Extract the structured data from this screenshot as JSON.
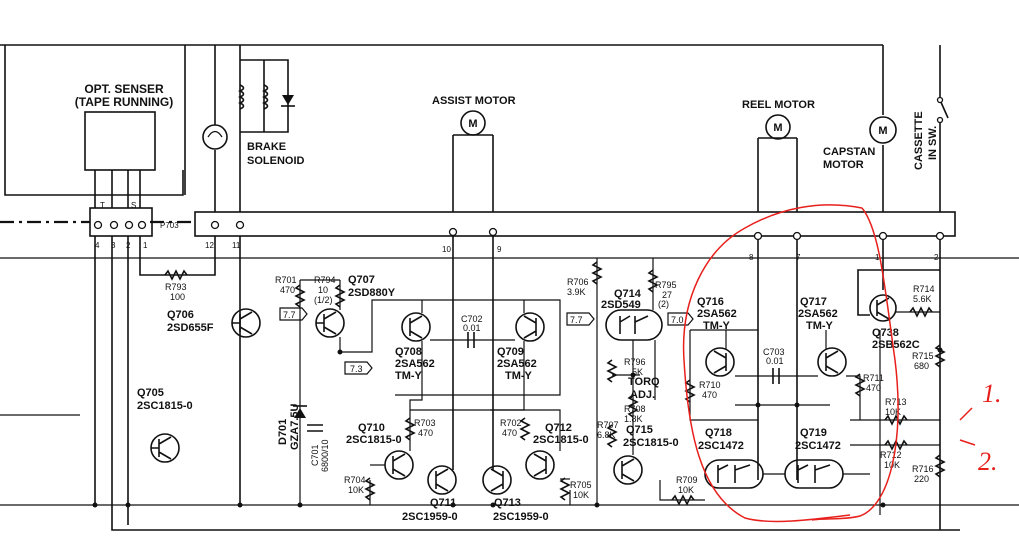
{
  "blocks": {
    "opt_senser": "OPT. SENSER",
    "opt_senser_sub": "(TAPE RUNNING)",
    "brake": "BRAKE",
    "solenoid": "SOLENOID",
    "assist_motor": "ASSIST MOTOR",
    "reel_motor": "REEL MOTOR",
    "capstan": "CAPSTAN",
    "motor": "MOTOR",
    "cassette": "CASSETTE",
    "in_sw": "IN SW.",
    "motor_symbol": "M"
  },
  "connector": {
    "name": "P703",
    "pin_labels_top": [
      "T",
      "S"
    ],
    "pins": [
      "4",
      "3",
      "2",
      "1",
      "12",
      "11",
      "10",
      "9",
      "8",
      "7",
      "1",
      "2"
    ]
  },
  "transistors": [
    {
      "ref": "Q706",
      "part": "2SD655F"
    },
    {
      "ref": "Q705",
      "part": "2SC1815-0"
    },
    {
      "ref": "Q707",
      "part": "2SD880Y"
    },
    {
      "ref": "Q708",
      "part": "2SA562",
      "rank": "TM-Y"
    },
    {
      "ref": "Q709",
      "part": "2SA562",
      "rank": "TM-Y"
    },
    {
      "ref": "Q710",
      "part": "2SC1815-0"
    },
    {
      "ref": "Q711",
      "part": "2SC1959-0"
    },
    {
      "ref": "Q712",
      "part": "2SC1815-0"
    },
    {
      "ref": "Q713",
      "part": "2SC1959-0"
    },
    {
      "ref": "Q714",
      "part": "2SD549"
    },
    {
      "ref": "Q715",
      "part": "2SC1815-0"
    },
    {
      "ref": "Q716",
      "part": "2SA562",
      "rank": "TM-Y"
    },
    {
      "ref": "Q717",
      "part": "2SA562",
      "rank": "TM-Y"
    },
    {
      "ref": "Q718",
      "part": "2SC1472"
    },
    {
      "ref": "Q719",
      "part": "2SC1472"
    },
    {
      "ref": "Q738",
      "part": "2SB562C"
    }
  ],
  "resistors": [
    {
      "ref": "R793",
      "value": "100"
    },
    {
      "ref": "R701",
      "value": "470"
    },
    {
      "ref": "R794",
      "value": "10",
      "note": "(1/2)"
    },
    {
      "ref": "R703",
      "value": "470"
    },
    {
      "ref": "R702",
      "value": "470"
    },
    {
      "ref": "R704",
      "value": "10K"
    },
    {
      "ref": "R705",
      "value": "10K"
    },
    {
      "ref": "R706",
      "value": "3.9K"
    },
    {
      "ref": "R795",
      "value": "27",
      "note": "(2)"
    },
    {
      "ref": "R796",
      "value": "5K",
      "note1": "TORQ",
      "note2": "ADJ."
    },
    {
      "ref": "R707",
      "value": "6.8K"
    },
    {
      "ref": "R708",
      "value": "1.8K"
    },
    {
      "ref": "R709",
      "value": "10K"
    },
    {
      "ref": "R710",
      "value": "470"
    },
    {
      "ref": "R711",
      "value": "470"
    },
    {
      "ref": "R713",
      "value": "10K"
    },
    {
      "ref": "R712",
      "value": "10K"
    },
    {
      "ref": "R714",
      "value": "5.6K"
    },
    {
      "ref": "R715",
      "value": "680"
    },
    {
      "ref": "R716",
      "value": "220"
    }
  ],
  "capacitors": [
    {
      "ref": "C702",
      "value": "0.01"
    },
    {
      "ref": "C703",
      "value": "0.01"
    },
    {
      "ref": "C701",
      "value": "6800/10"
    }
  ],
  "diodes": [
    {
      "ref": "D701",
      "part": "GZA7.5U"
    }
  ],
  "voltage_flags": [
    "7.7",
    "7.3",
    "7.7",
    "7.0"
  ],
  "annotations": {
    "mark_1": "1.",
    "mark_2": "2."
  },
  "colors": {
    "ink": "#111111",
    "annotation": "#e8201c",
    "paper": "#ffffff"
  }
}
